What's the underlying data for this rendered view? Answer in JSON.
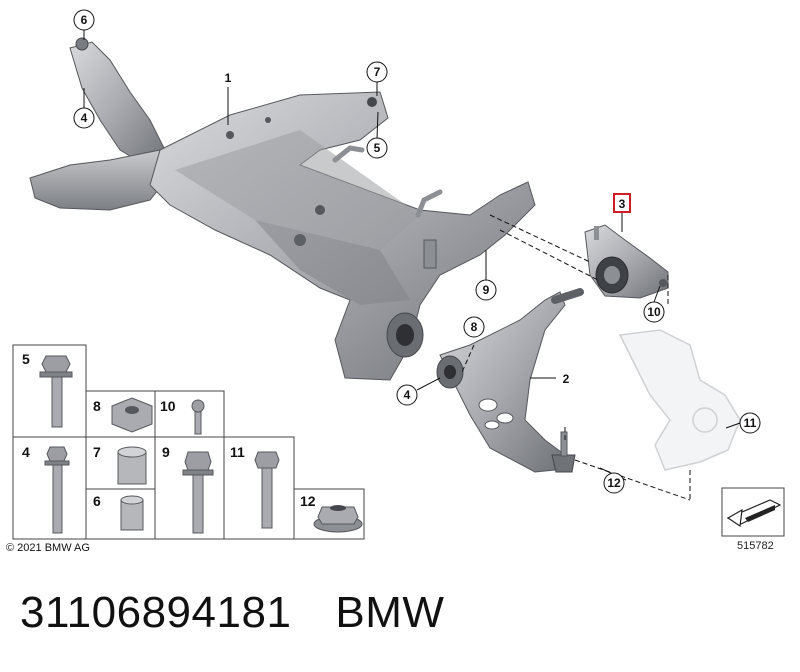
{
  "diagram": {
    "callouts": [
      "6",
      "4",
      "1",
      "7",
      "5",
      "3",
      "9",
      "8",
      "10",
      "4",
      "2",
      "11",
      "12"
    ],
    "highlighted_callout": "3",
    "highlight_color": "#d01c24",
    "parts_grid": {
      "cells": [
        "5",
        "8",
        "10",
        "4",
        "7",
        "9",
        "11",
        "6",
        "12"
      ]
    }
  },
  "copyright": "© 2021 BMW AG",
  "image_number": "515782",
  "footer": {
    "part_number": "31106894181",
    "brand": "BMW"
  }
}
